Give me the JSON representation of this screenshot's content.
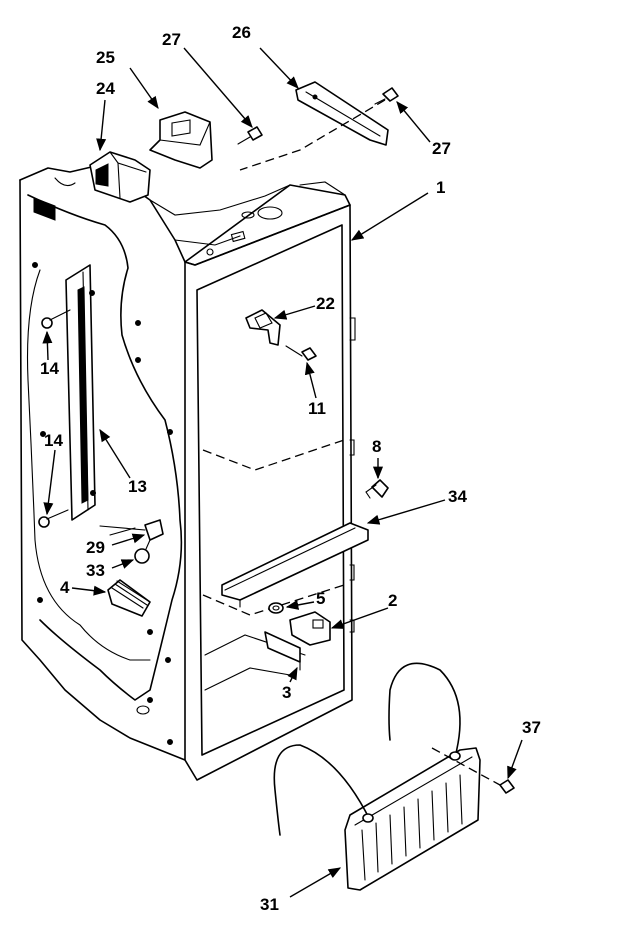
{
  "diagram": {
    "callouts": [
      {
        "id": "c25",
        "text": "25"
      },
      {
        "id": "c27a",
        "text": "27"
      },
      {
        "id": "c26",
        "text": "26"
      },
      {
        "id": "c24",
        "text": "24"
      },
      {
        "id": "c27b",
        "text": "27"
      },
      {
        "id": "c1",
        "text": "1"
      },
      {
        "id": "c22",
        "text": "22"
      },
      {
        "id": "c14a",
        "text": "14"
      },
      {
        "id": "c11",
        "text": "11"
      },
      {
        "id": "c14b",
        "text": "14"
      },
      {
        "id": "c8",
        "text": "8"
      },
      {
        "id": "c13",
        "text": "13"
      },
      {
        "id": "c34",
        "text": "34"
      },
      {
        "id": "c29",
        "text": "29"
      },
      {
        "id": "c33",
        "text": "33"
      },
      {
        "id": "c4",
        "text": "4"
      },
      {
        "id": "c5",
        "text": "5"
      },
      {
        "id": "c2",
        "text": "2"
      },
      {
        "id": "c3",
        "text": "3"
      },
      {
        "id": "c37",
        "text": "37"
      },
      {
        "id": "c31",
        "text": "31"
      }
    ]
  }
}
